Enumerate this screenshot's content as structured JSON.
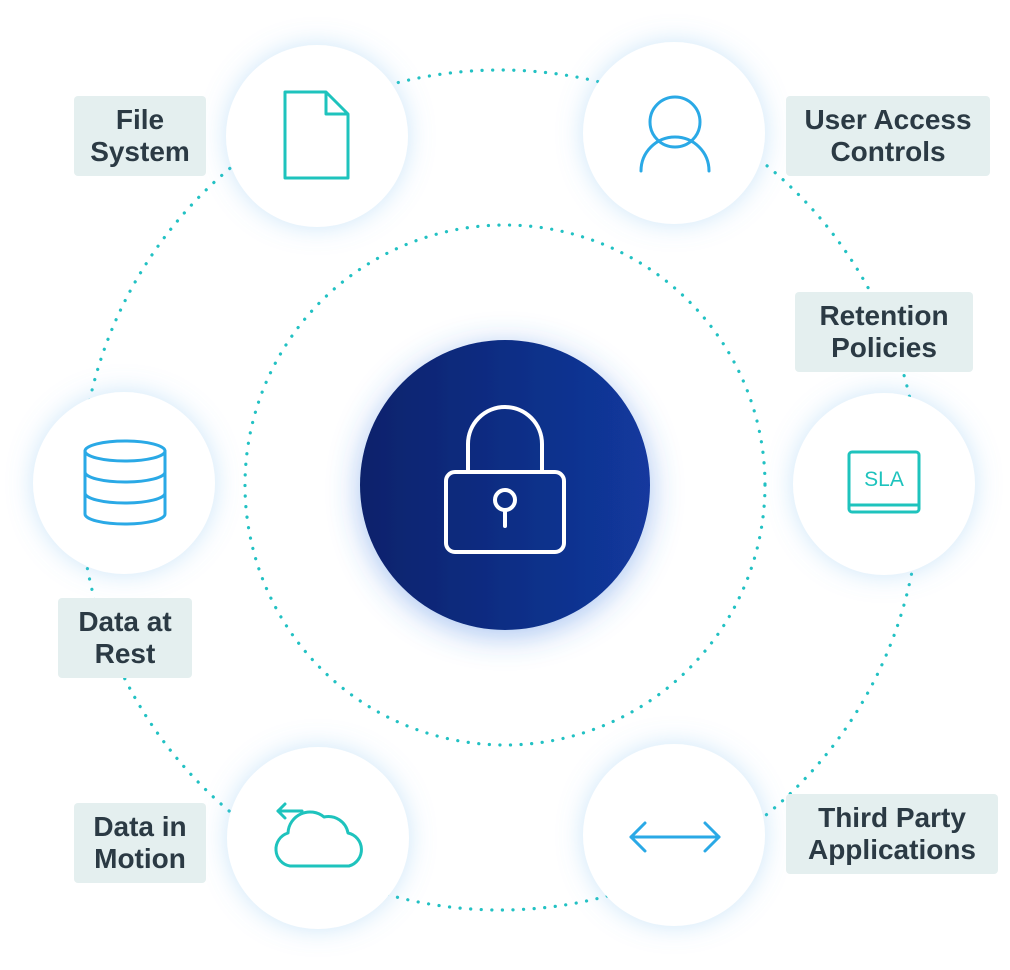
{
  "colors": {
    "dotted_ring": "#22c1c3",
    "icon_teal": "#1ec3bd",
    "icon_blue": "#2aa9e6",
    "center_dark": "#0d226b",
    "center_light": "#12399e",
    "label_bg": "#e4efef",
    "label_text": "#2b3a44"
  },
  "center": {
    "icon": "lock-icon"
  },
  "nodes": {
    "file_system": {
      "icon": "file-icon",
      "label_line1": "File",
      "label_line2": "System"
    },
    "user_access": {
      "icon": "user-icon",
      "label_line1": "User Access",
      "label_line2": "Controls"
    },
    "retention": {
      "label_line1": "Retention",
      "label_line2": "Policies"
    },
    "sla": {
      "icon": "sla-document-icon",
      "badge_text": "SLA"
    },
    "data_rest": {
      "icon": "database-icon",
      "label_line1": "Data at",
      "label_line2": "Rest"
    },
    "data_motion": {
      "icon": "cloud-sync-icon",
      "label_line1": "Data in",
      "label_line2": "Motion"
    },
    "third_party": {
      "icon": "bidirectional-arrow-icon",
      "label_line1": "Third Party",
      "label_line2": "Applications"
    }
  }
}
